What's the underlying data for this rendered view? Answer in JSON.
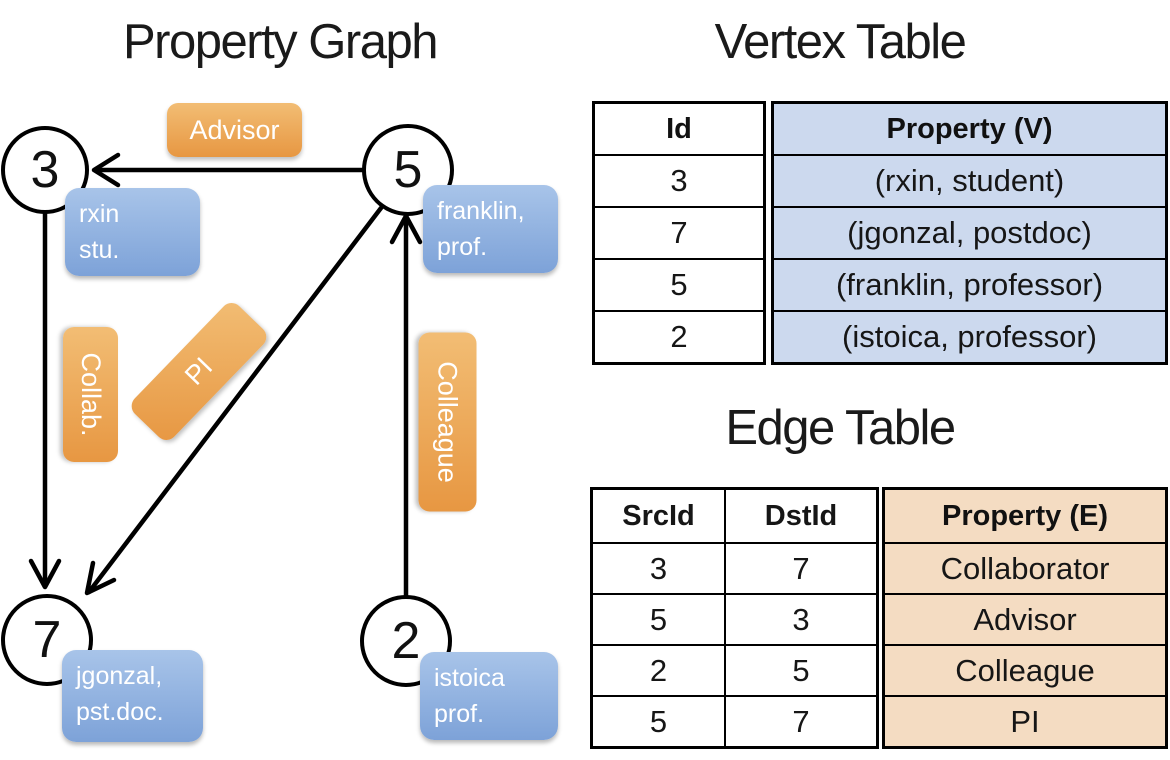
{
  "colors": {
    "node-blue-top": "#a8c4e9",
    "node-blue-bottom": "#7da2d8",
    "label-orange-top": "#f2bd74",
    "label-orange-bottom": "#e79742",
    "vertex-cell-bg": "#ccd9ee",
    "edge-cell-bg": "#f4dcc2",
    "line-color": "#000000",
    "text-dark": "#1a1a1a",
    "box-text": "#ffffff"
  },
  "graph": {
    "title": "Property Graph",
    "vertices": [
      {
        "id": "3",
        "property_lines": [
          "rxin",
          "stu."
        ]
      },
      {
        "id": "5",
        "property_lines": [
          "franklin,",
          "prof."
        ]
      },
      {
        "id": "7",
        "property_lines": [
          "jgonzal,",
          "pst.doc."
        ]
      },
      {
        "id": "2",
        "property_lines": [
          "istoica",
          "prof."
        ]
      }
    ],
    "edge_labels": {
      "advisor": "Advisor",
      "collab": "Collab.",
      "pi": "PI",
      "colleague": "Colleague"
    }
  },
  "vertex_table": {
    "title": "Vertex Table",
    "headers": {
      "id": "Id",
      "property": "Property (V)"
    },
    "rows": [
      {
        "id": "3",
        "property": "(rxin, student)"
      },
      {
        "id": "7",
        "property": "(jgonzal, postdoc)"
      },
      {
        "id": "5",
        "property": "(franklin, professor)"
      },
      {
        "id": "2",
        "property": "(istoica, professor)"
      }
    ]
  },
  "edge_table": {
    "title": "Edge Table",
    "headers": {
      "src": "SrcId",
      "dst": "DstId",
      "property": "Property (E)"
    },
    "rows": [
      {
        "src": "3",
        "dst": "7",
        "property": "Collaborator"
      },
      {
        "src": "5",
        "dst": "3",
        "property": "Advisor"
      },
      {
        "src": "2",
        "dst": "5",
        "property": "Colleague"
      },
      {
        "src": "5",
        "dst": "7",
        "property": "PI"
      }
    ]
  }
}
